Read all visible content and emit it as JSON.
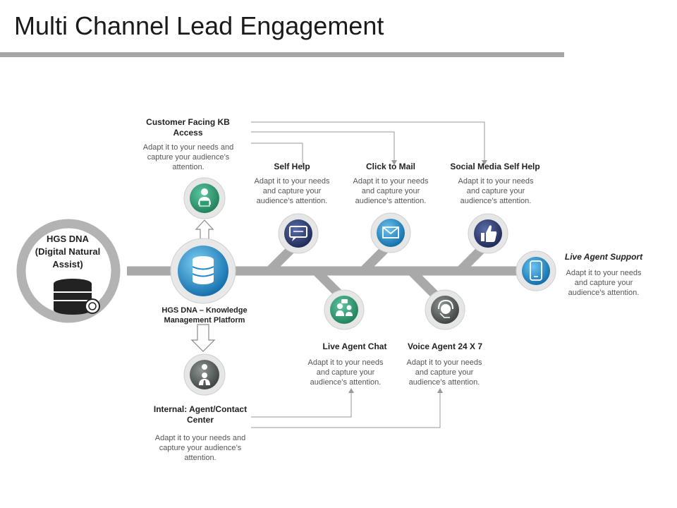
{
  "title": "Multi Channel Lead Engagement",
  "hub": {
    "line1": "HGS DNA",
    "line2": "(Digital Natural Assist)"
  },
  "platform_label": "HGS DNA – Knowledge Management Platform",
  "nodes": {
    "kb": {
      "label": "Customer Facing KB Access",
      "desc": "Adapt it to your needs and capture your audience’s attention.",
      "icon": "laptop-user-icon"
    },
    "self_help": {
      "label": "Self Help",
      "desc": "Adapt it to your needs and capture your audience’s attention.",
      "icon": "chat-bubble-icon"
    },
    "click_mail": {
      "label": "Click to Mail",
      "desc": "Adapt it to your needs and capture your audience’s attention.",
      "icon": "envelope-icon"
    },
    "social": {
      "label": "Social Media Self Help",
      "desc": "Adapt it to your needs and capture your audience’s attention.",
      "icon": "thumbs-up-icon"
    },
    "live_support": {
      "label": "Live Agent Support",
      "desc": "Adapt it to your needs and capture your audience’s attention.",
      "icon": "mobile-phone-icon"
    },
    "live_chat": {
      "label": "Live Agent Chat",
      "desc": "Adapt it to your needs and capture your audience’s attention.",
      "icon": "people-chat-icon"
    },
    "voice": {
      "label": "Voice Agent 24 X 7",
      "desc": "Adapt it to your needs and capture your audience’s attention.",
      "icon": "headset-agent-icon"
    },
    "internal": {
      "label": "Internal: Agent/Contact Center",
      "desc": "Adapt it to your needs and capture your audience’s attention.",
      "icon": "agent-idea-icon"
    }
  },
  "colors": {
    "green": "#2e9e74",
    "blue": "#1a86c9",
    "navy": "#2b3a6e",
    "grey_dark": "#555b58",
    "line": "#a9a9a9",
    "hub_ring": "#b3b3b3"
  }
}
